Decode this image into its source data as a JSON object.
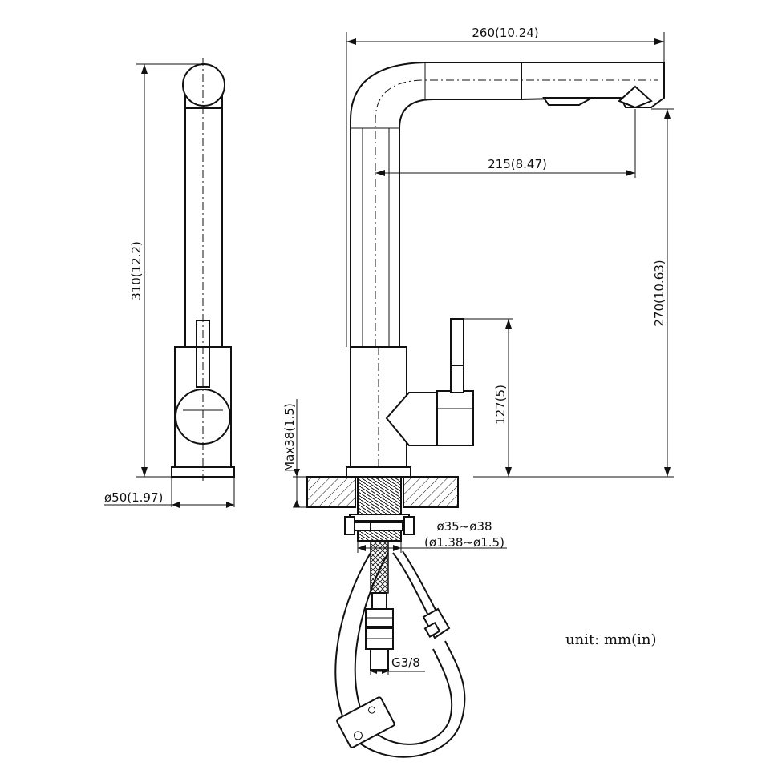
{
  "dimensions": {
    "total_reach": "260(10.24)",
    "spout_reach": "215(8.47)",
    "spout_height": "270(10.63)",
    "total_height": "310(12.2)",
    "handle_height": "127(5)",
    "max_deck_thickness": "Max38(1.5)",
    "base_diameter": "ø50(1.97)",
    "hole_mm": "ø35~ø38",
    "hole_in": "(ø1.38~ø1.5)",
    "connection": "G3/8"
  },
  "unit_note": "unit: mm(in)"
}
